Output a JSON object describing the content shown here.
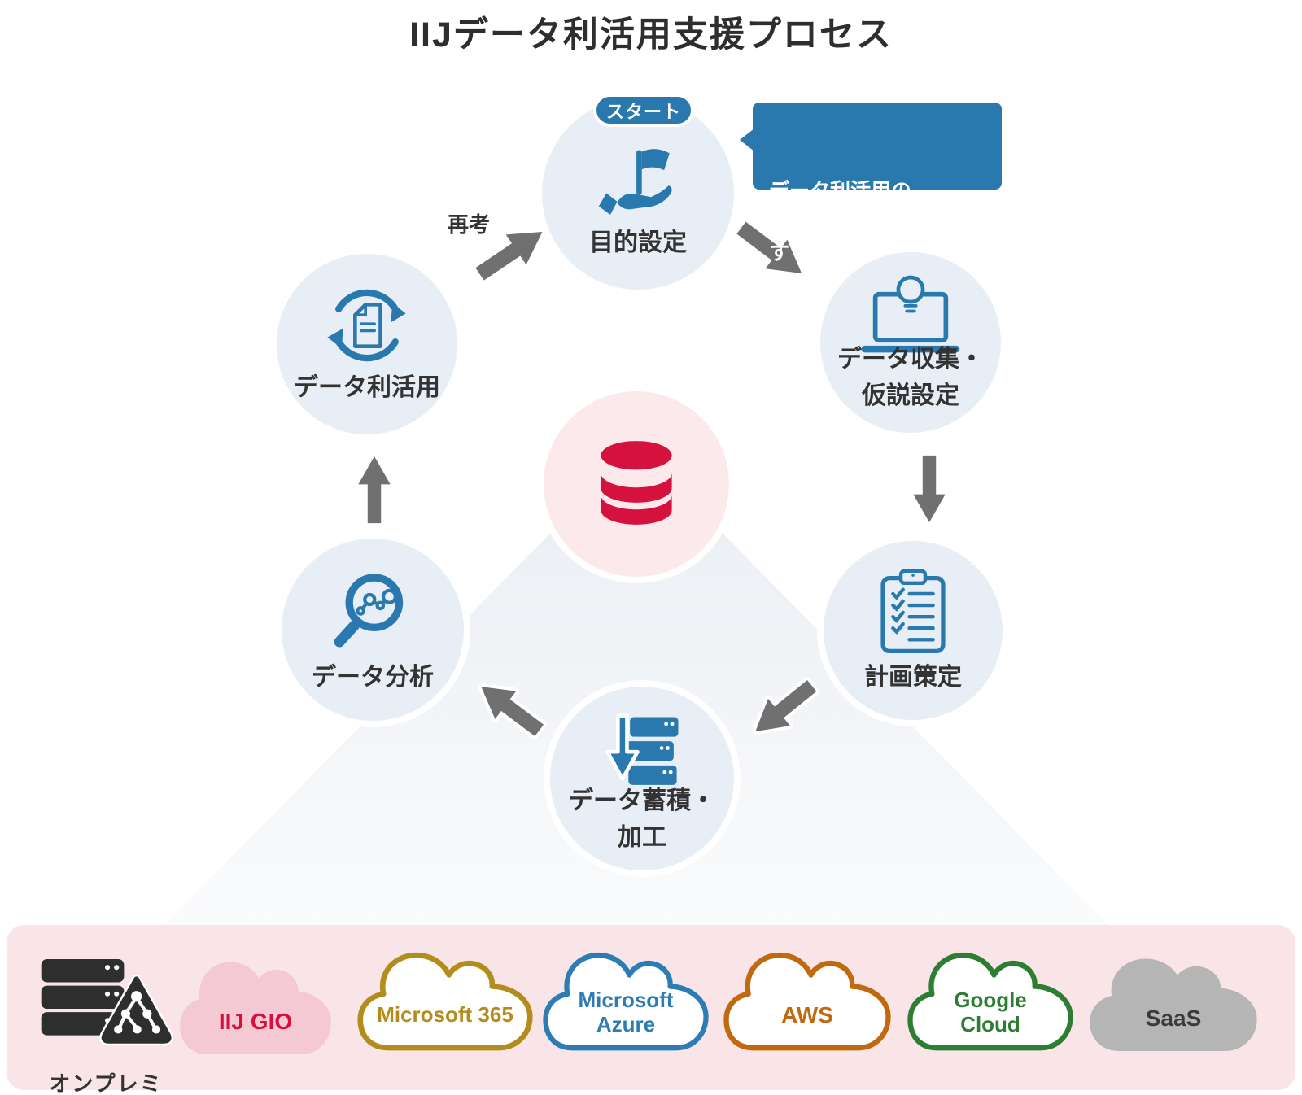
{
  "title": "IIJデータ利活用支援プロセス",
  "process": {
    "start_badge": "スタート",
    "callout": "データ利活用の\n目的整理から支援します",
    "rethink_label": "再考",
    "center": {
      "icon": "database-icon",
      "color": "#d5123d"
    },
    "steps": [
      {
        "label": "目的設定",
        "icon": "flag-hand-icon"
      },
      {
        "label": "データ収集・\n仮説設定",
        "icon": "laptop-lightbulb-icon"
      },
      {
        "label": "計画策定",
        "icon": "clipboard-checklist-icon"
      },
      {
        "label": "データ蓄積・\n加工",
        "icon": "server-import-icon"
      },
      {
        "label": "データ分析",
        "icon": "magnifier-chart-icon"
      },
      {
        "label": "データ利活用",
        "icon": "document-cycle-icon"
      }
    ]
  },
  "platforms": {
    "onpremises": {
      "label": "オンプレミス",
      "icon": "server-network-icon",
      "color": "#2e2e2e"
    },
    "clouds": [
      {
        "label": "IIJ GIO",
        "fill": "#f5c9d4",
        "text_color": "#d60f3e"
      },
      {
        "label": "Microsoft 365",
        "outline": "#b28d1e",
        "text_color": "#b28d1e"
      },
      {
        "label": "Microsoft\nAzure",
        "outline": "#2d7db4",
        "text_color": "#2d7db4"
      },
      {
        "label": "AWS",
        "outline": "#c0690f",
        "text_color": "#c0690f"
      },
      {
        "label": "Google\nCloud",
        "outline": "#2d7d33",
        "text_color": "#2d7d33"
      },
      {
        "label": "SaaS",
        "fill": "#b5b5b5",
        "text_color": "#3b3b3b"
      }
    ]
  },
  "colors": {
    "accent_blue": "#2a79ae",
    "step_circle_fill": "#e7eef5",
    "arrow_gray": "#707070",
    "center_circle_fill": "#fbe9ec",
    "band_pink": "#f9e4e8",
    "title_text": "#2e2e2e"
  }
}
